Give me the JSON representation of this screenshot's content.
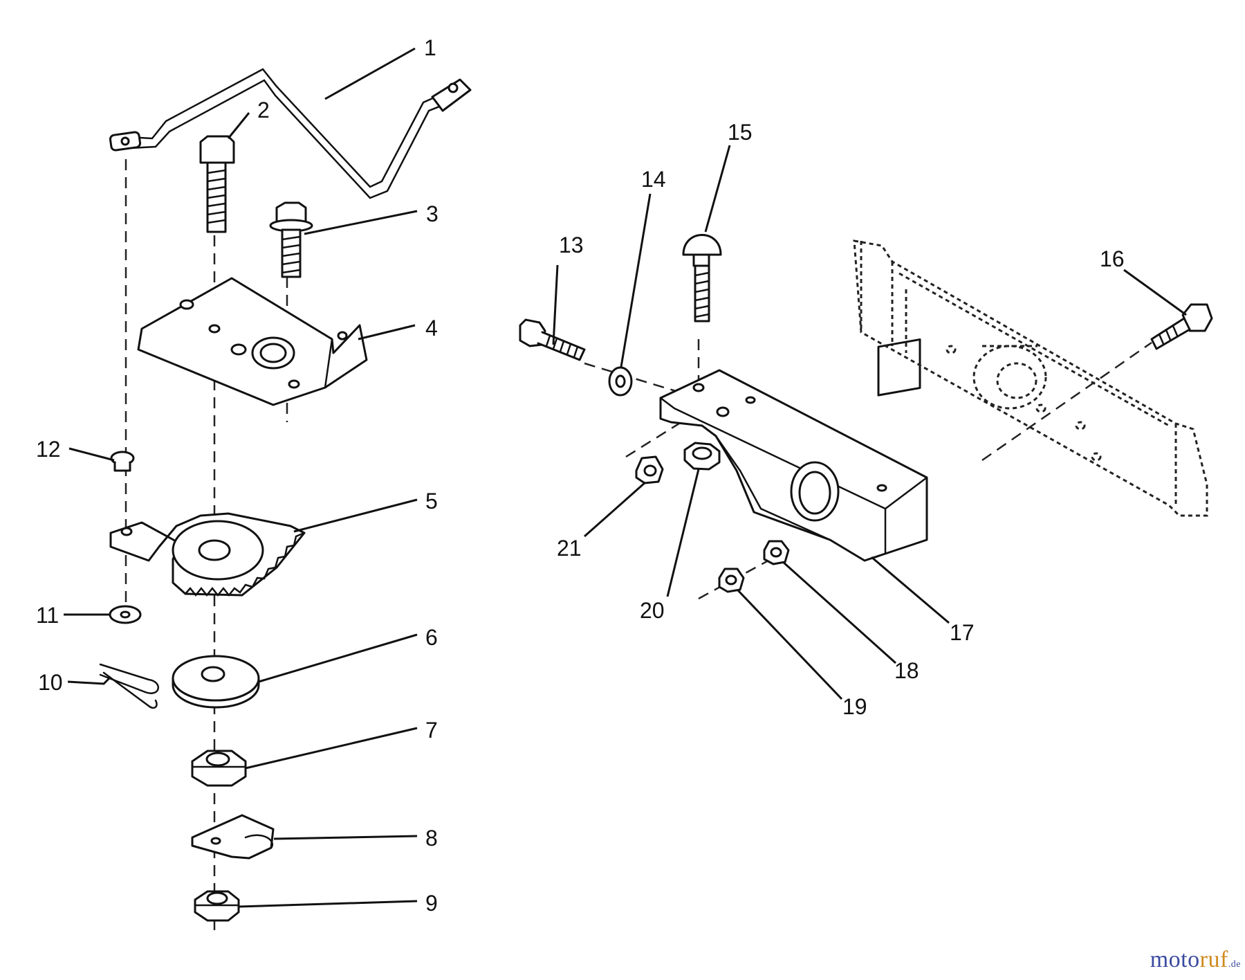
{
  "brand": {
    "segments": [
      {
        "text": "moto",
        "color": "#3a4aa0"
      },
      {
        "text": "ruf",
        "color": "#d08a1e"
      }
    ],
    "suffix": {
      "text": ".de",
      "color": "#3a4aa0"
    }
  },
  "callouts": [
    {
      "id": "1",
      "label": "1"
    },
    {
      "id": "2",
      "label": "2"
    },
    {
      "id": "3",
      "label": "3"
    },
    {
      "id": "4",
      "label": "4"
    },
    {
      "id": "5",
      "label": "5"
    },
    {
      "id": "6",
      "label": "6"
    },
    {
      "id": "7",
      "label": "7"
    },
    {
      "id": "8",
      "label": "8"
    },
    {
      "id": "9",
      "label": "9"
    },
    {
      "id": "10",
      "label": "10"
    },
    {
      "id": "11",
      "label": "11"
    },
    {
      "id": "12",
      "label": "12"
    },
    {
      "id": "13",
      "label": "13"
    },
    {
      "id": "14",
      "label": "14"
    },
    {
      "id": "15",
      "label": "15"
    },
    {
      "id": "16",
      "label": "16"
    },
    {
      "id": "17",
      "label": "17"
    },
    {
      "id": "18",
      "label": "18"
    },
    {
      "id": "19",
      "label": "19"
    },
    {
      "id": "20",
      "label": "20"
    },
    {
      "id": "21",
      "label": "21"
    }
  ]
}
